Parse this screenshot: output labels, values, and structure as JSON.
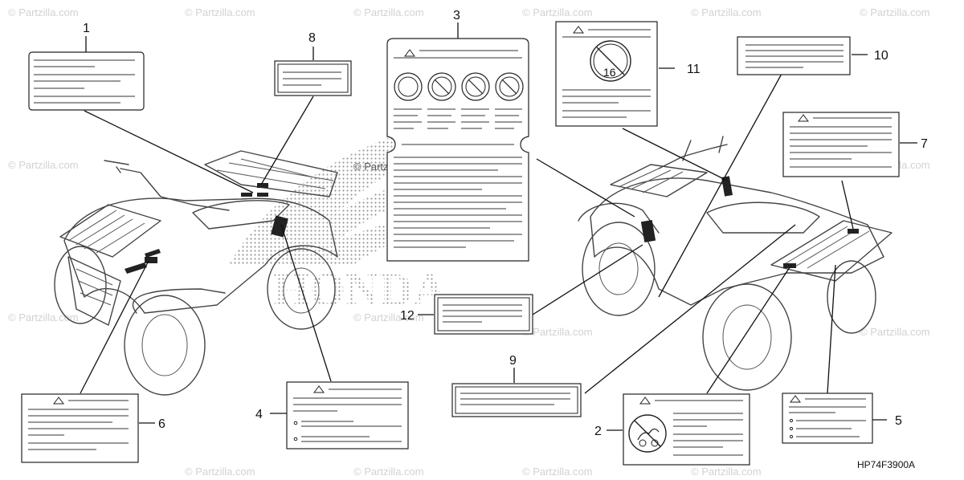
{
  "callouts": [
    "1",
    "2",
    "3",
    "4",
    "5",
    "6",
    "7",
    "8",
    "9",
    "10",
    "11",
    "12"
  ],
  "part_code": "HP74F3900A",
  "label11_badge": "16",
  "watermark_text": "© Partzilla.com",
  "watermark_center": "© Partzilla.com",
  "brand_logo_text": "HONDA",
  "colors": {
    "line": "#222222",
    "watermark": "#d2d2d2",
    "background": "#ffffff"
  },
  "icons": [
    "warning-triangle-icon",
    "prohibition-circle-icon",
    "no-passenger-icon"
  ]
}
